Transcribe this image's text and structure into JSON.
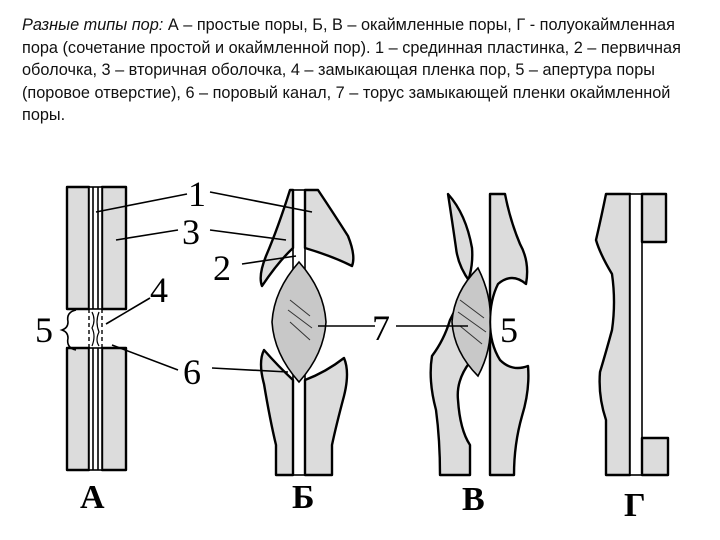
{
  "caption": {
    "lead": "Разные типы пор:",
    "text": " А – простые поры, Б, В – окаймленные поры, Г - полуокаймленная пора (сочетание простой и окаймленной пор). 1 – срединная пластинка, 2 – первичная оболочка, 3 – вторичная оболочка, 4 – замыкающая пленка пор, 5 – апертура поры (поровое отверстие), 6 – поровый канал, 7 – торус замыкающей пленки окаймленной поры."
  },
  "labels": {
    "n1": "1",
    "n2": "2",
    "n3": "3",
    "n4": "4",
    "n5a": "5",
    "n5b": "5",
    "n6": "6",
    "n7": "7"
  },
  "letters": {
    "a": "А",
    "b": "Б",
    "v": "В",
    "g": "Г"
  }
}
